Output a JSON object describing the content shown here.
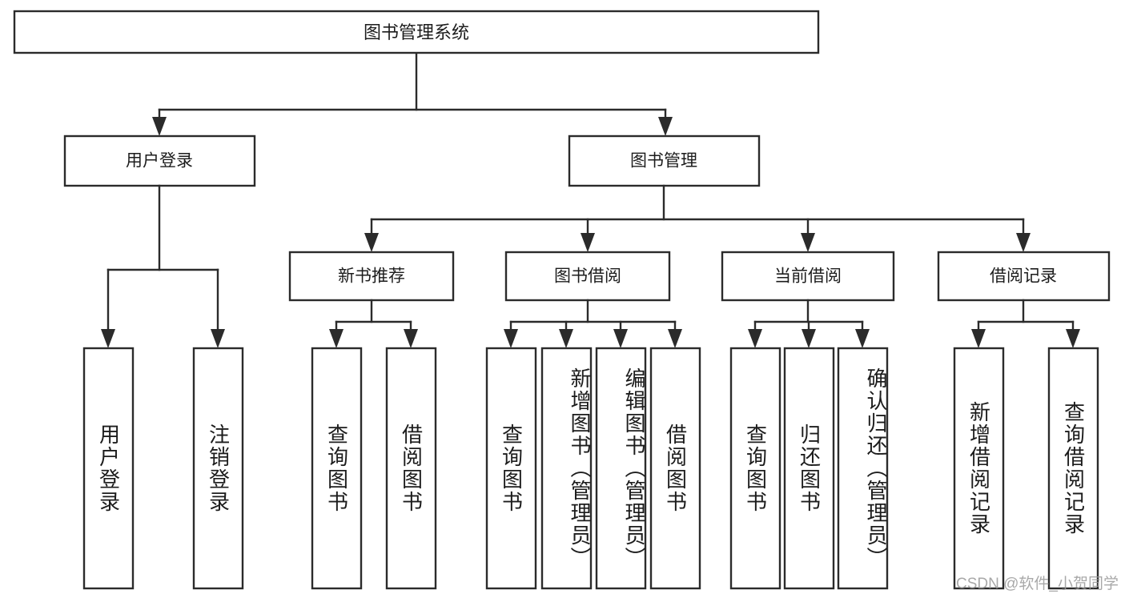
{
  "diagram": {
    "type": "tree",
    "title": "图书管理系统",
    "watermark": "CSDN @软件_小贺同学",
    "colors": {
      "stroke": "#2b2b2b",
      "fill": "#ffffff",
      "text": "#1c1c1c",
      "watermark": "#9a9a9a"
    },
    "levels": {
      "root": {
        "label": "图书管理系统"
      },
      "level1": [
        {
          "label": "用户登录"
        },
        {
          "label": "图书管理"
        }
      ],
      "level2": [
        {
          "label": "新书推荐"
        },
        {
          "label": "图书借阅"
        },
        {
          "label": "当前借阅"
        },
        {
          "label": "借阅记录"
        }
      ]
    },
    "leaves": {
      "user_login": [
        {
          "label": "用户登录"
        },
        {
          "label": "注销登录"
        }
      ],
      "new_book_recommend": [
        {
          "label": "查询图书"
        },
        {
          "label": "借阅图书"
        }
      ],
      "book_borrow": [
        {
          "label": "查询图书"
        },
        {
          "label": "新增图书（管理员）"
        },
        {
          "label": "编辑图书（管理员）"
        },
        {
          "label": "借阅图书"
        }
      ],
      "current_borrow": [
        {
          "label": "查询图书"
        },
        {
          "label": "归还图书"
        },
        {
          "label": "确认归还（管理员）"
        }
      ],
      "borrow_record": [
        {
          "label": "新增借阅记录"
        },
        {
          "label": "查询借阅记录"
        }
      ]
    }
  }
}
